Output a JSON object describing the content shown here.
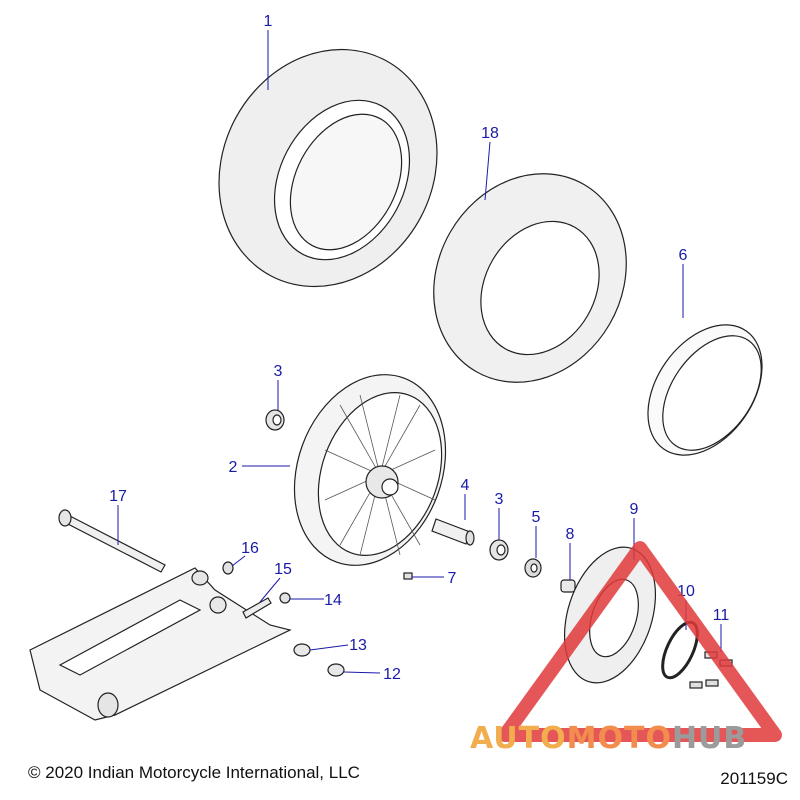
{
  "callouts": [
    {
      "label": "1"
    },
    {
      "label": "18"
    },
    {
      "label": "6"
    },
    {
      "label": "3"
    },
    {
      "label": "2"
    },
    {
      "label": "4"
    },
    {
      "label": "3"
    },
    {
      "label": "5"
    },
    {
      "label": "8"
    },
    {
      "label": "9"
    },
    {
      "label": "17"
    },
    {
      "label": "16"
    },
    {
      "label": "15"
    },
    {
      "label": "14"
    },
    {
      "label": "7"
    },
    {
      "label": "10"
    },
    {
      "label": "11"
    },
    {
      "label": "13"
    },
    {
      "label": "12"
    }
  ],
  "footer": {
    "copyright": "© 2020 Indian Motorcycle International, LLC",
    "diagram_code": "201159C"
  },
  "watermark": {
    "brand_part1": "AUTO",
    "brand_part2": "MOTO",
    "brand_part3": "HUB",
    "colors": {
      "triangle": "#e0393a",
      "auto": "#f0a030",
      "moto": "#f07a30",
      "hub": "#8a8a8a"
    }
  },
  "colors": {
    "callout": "#1a1aa8",
    "part_fill": "#f2f2f2",
    "part_stroke": "#222222"
  }
}
